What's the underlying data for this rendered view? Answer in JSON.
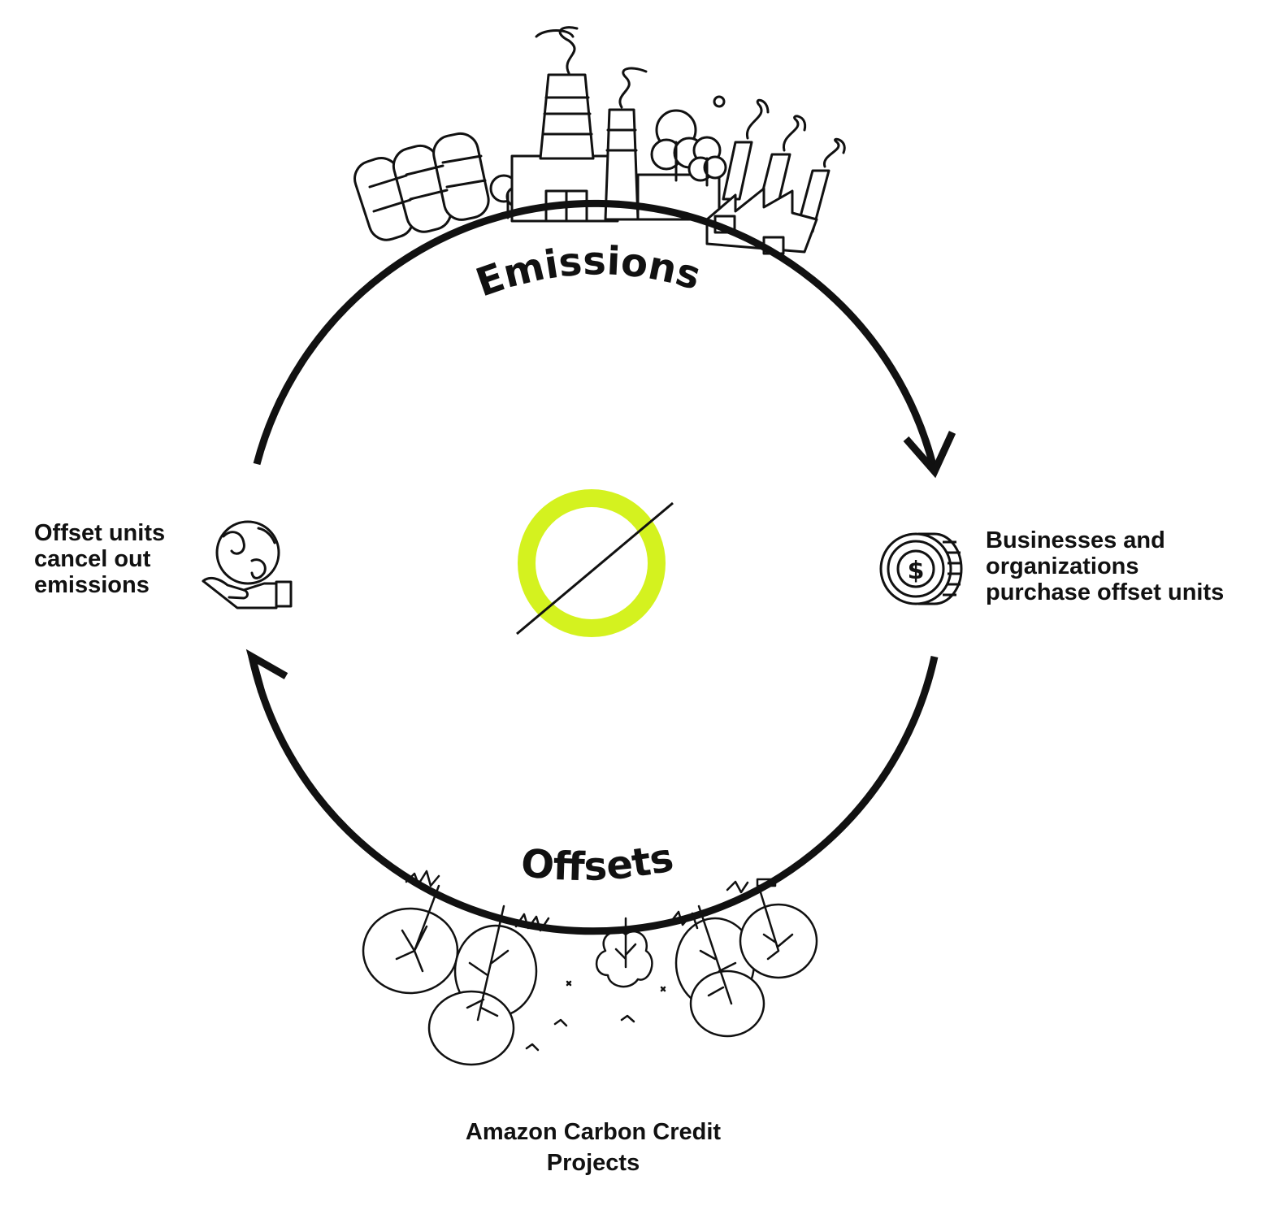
{
  "diagram": {
    "arc_top_label": "Emissions",
    "arc_bottom_label": "Offsets",
    "left_label": [
      "Offset units",
      "cancel out",
      "emissions"
    ],
    "right_label": [
      "Businesses and",
      "organizations",
      "purchase offset units"
    ],
    "bottom_label": [
      "Amazon Carbon Credit",
      "Projects"
    ],
    "center_symbol": "null-circle",
    "colors": {
      "accent": "#d4f21f",
      "stroke": "#111111",
      "background": "#ffffff"
    },
    "icons": {
      "left": "globe-in-hand-icon",
      "right": "dollar-coin-icon",
      "top": "factory-illustration",
      "bottom": "forest-illustration"
    }
  }
}
